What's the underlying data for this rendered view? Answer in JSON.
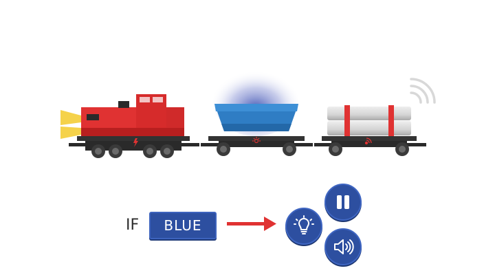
{
  "rule": {
    "if_label": "IF",
    "condition_color": "BLUE",
    "condition_color_hex": "#2d4fa0",
    "arrow_color": "#e03232"
  },
  "actions": [
    {
      "icon": "light-bulb-icon",
      "name": "light"
    },
    {
      "icon": "pause-icon",
      "name": "pause"
    },
    {
      "icon": "speaker-icon",
      "name": "sound"
    }
  ],
  "train": {
    "locomotive": {
      "color": "#e03232",
      "headlight_color": "#f5d24a"
    },
    "hopper_car": {
      "color": "#2f7dc4",
      "glow_color": "#3a4fb0"
    },
    "pipe_car": {
      "pipe_color": "#d8d8d8",
      "strap_color": "#e03232"
    }
  }
}
